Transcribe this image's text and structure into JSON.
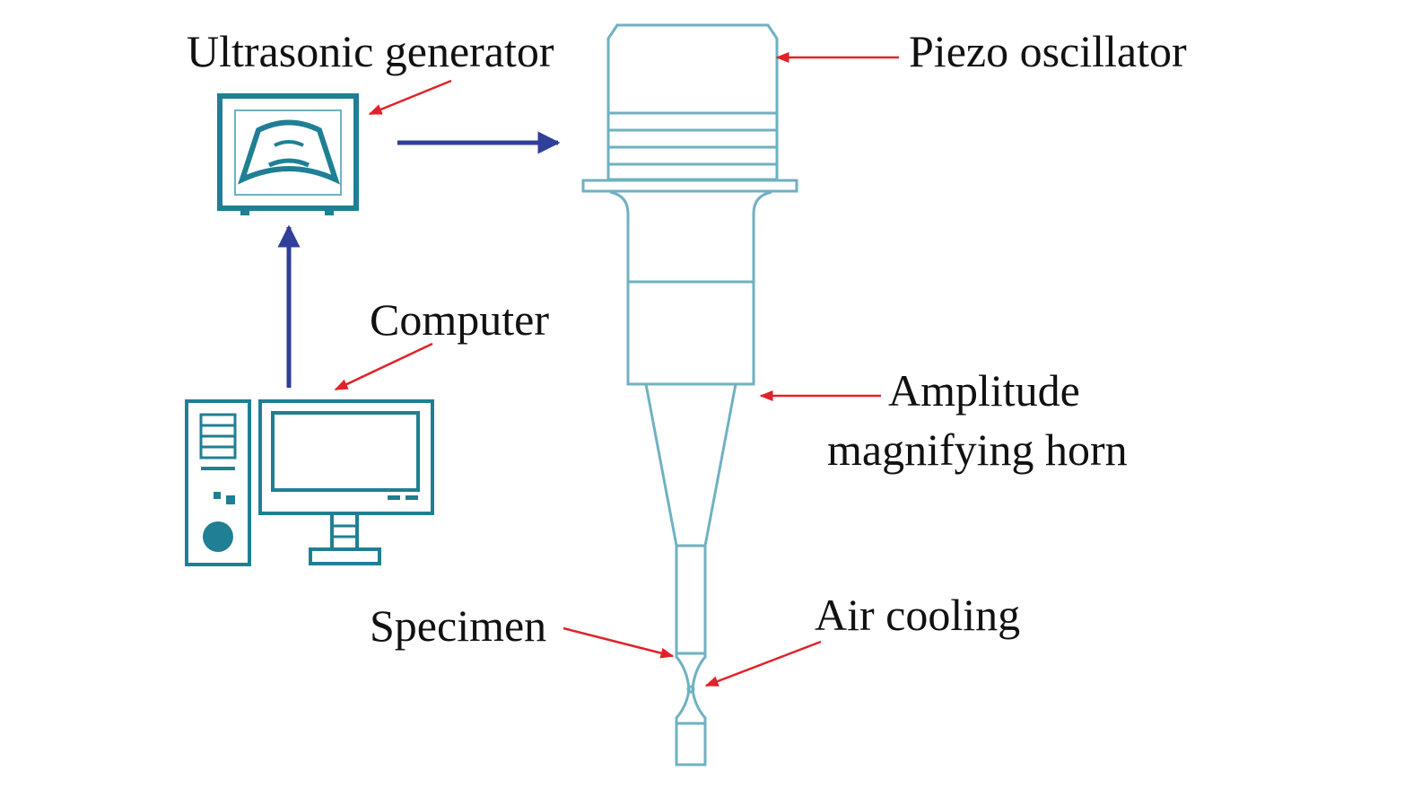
{
  "labels": {
    "ultrasonic_generator": "Ultrasonic generator",
    "piezo_oscillator": "Piezo oscillator",
    "computer": "Computer",
    "amplitude_line1": "Amplitude",
    "amplitude_line2": "magnifying horn",
    "specimen": "Specimen",
    "air_cooling": "Air cooling"
  },
  "colors": {
    "equipment_outline": "#1f7f94",
    "equipment_light": "#6fb1c2",
    "flow_arrow": "#2f3f9a",
    "pointer_arrow": "#e0232a",
    "text": "#111111"
  }
}
